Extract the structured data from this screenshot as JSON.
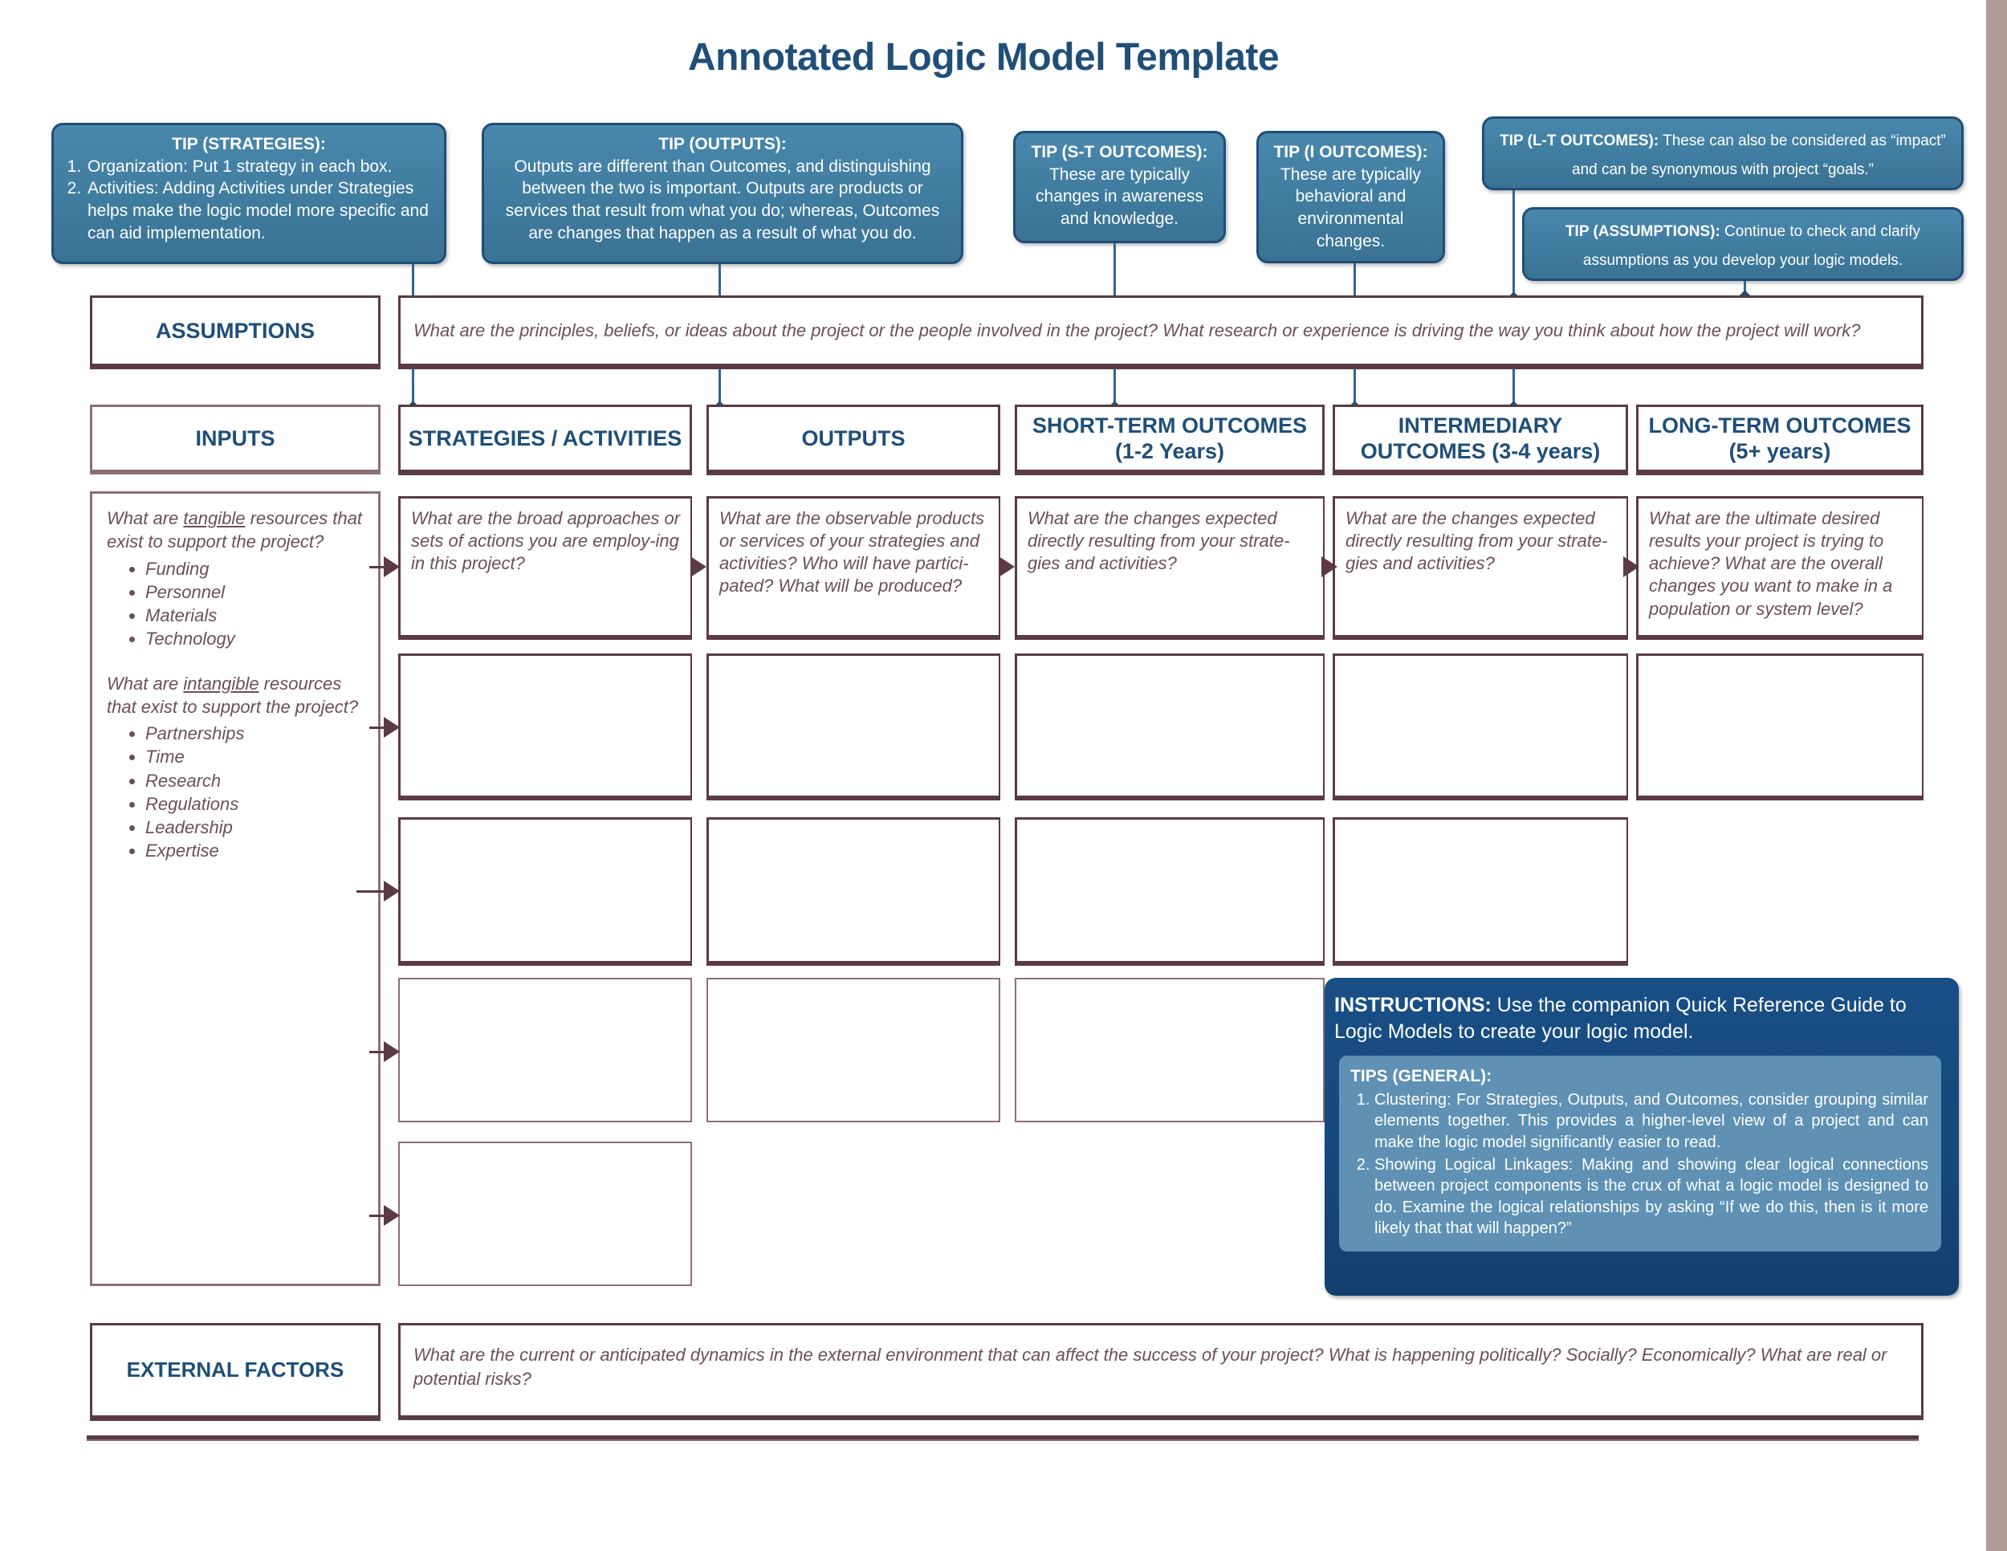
{
  "title": "Annotated Logic Model Template",
  "colors": {
    "title_blue": "#1f4e79",
    "tip_fill": "#3f7c9f",
    "box_border": "#5b3a43",
    "prompt_text": "#6b5055",
    "instructions_bg": "#15487c",
    "tips_general_bg": "#5e91b4",
    "page_strip": "#b09b97"
  },
  "tips": {
    "strategies": {
      "title": "TIP (STRATEGIES):",
      "items": [
        "Organization: Put 1 strategy in each box.",
        "Activities: Adding Activities under Strategies helps make the logic model more specific and can aid implementation."
      ]
    },
    "outputs": {
      "title": "TIP (OUTPUTS):",
      "body": "Outputs are different than Outcomes, and distinguishing between the two is important. Outputs are products or services that result from what you do; whereas, Outcomes are changes that happen as a result of what you do."
    },
    "short_term": {
      "title": "TIP (S-T OUTCOMES):",
      "body": "These are typically changes in awareness and knowledge."
    },
    "intermediary": {
      "title": "TIP (I OUTCOMES):",
      "body": "These are typically behavioral and environmental changes."
    },
    "long_term": {
      "title": "TIP (L-T OUTCOMES):",
      "body": " These can also be considered as “impact” and can be synonymous with project “goals.”"
    },
    "assumptions": {
      "title": "TIP (ASSUMPTIONS):",
      "body": " Continue to check and clarify assumptions as you develop your logic models."
    }
  },
  "rows": {
    "assumptions": {
      "label": "ASSUMPTIONS",
      "prompt": "What are the principles, beliefs, or ideas about the project or the people involved in the project? What research or experience is driving the way you think about how the project will work?"
    },
    "external_factors": {
      "label": "EXTERNAL FACTORS",
      "prompt": "What are the current or anticipated dynamics in the external environment that can affect the success of your project? What is happening politically? Socially? Economically? What are real or potential risks?"
    }
  },
  "columns": [
    {
      "key": "inputs",
      "label": "INPUTS"
    },
    {
      "key": "strategies",
      "label": "STRATEGIES / ACTIVITIES"
    },
    {
      "key": "outputs",
      "label": "OUTPUTS"
    },
    {
      "key": "short_term",
      "label": "SHORT-TERM OUTCOMES (1-2 Years)",
      "line1": "SHORT-TERM OUTCOMES",
      "line2": "(1-2 Years)"
    },
    {
      "key": "intermediary",
      "label": "INTERMEDIARY OUTCOMES (3-4 years)",
      "line1": "INTERMEDIARY",
      "line2": "OUTCOMES (3-4 years)"
    },
    {
      "key": "long_term",
      "label": "LONG-TERM OUTCOMES (5+ years)",
      "line1": "LONG-TERM OUTCOMES",
      "line2": "(5+ years)"
    }
  ],
  "inputs_cell": {
    "question1_pre": "What are ",
    "question1_em": "tangible",
    "question1_post": " resources that exist to support the project?",
    "list1": [
      "Funding",
      "Personnel",
      "Materials",
      "Technology"
    ],
    "question2_pre": "What are ",
    "question2_em": "intangible",
    "question2_post": " resources that exist to support the project?",
    "list2": [
      "Partnerships",
      "Time",
      "Research",
      "Regulations",
      "Leadership",
      "Expertise"
    ]
  },
  "prompts": {
    "strategies": "What are the broad approaches or sets of actions you are employ-ing in this project?",
    "outputs": "What are the observable products or services of your strategies and activities? Who will have partici-pated? What will be produced?",
    "short_term": "What are the changes expected directly resulting from your strate-gies and activities?",
    "intermediary": "What are the changes expected directly resulting from your strate-gies and activities?",
    "long_term": "What are the ultimate desired results your project is trying to achieve? What are the overall changes you want to make in a population or system level?"
  },
  "instructions": {
    "label": "INSTRUCTIONS:",
    "body": " Use the companion Quick Reference Guide to Logic Models to create your logic model.",
    "tips_title": "TIPS (GENERAL):",
    "tips": [
      "Clustering: For Strategies, Outputs, and Outcomes, consider grouping similar elements together. This provides a higher-level view of a project and can make the logic model significantly easier to read.",
      "Showing Logical Linkages: Making and showing clear logical connections between project components is the crux of what a logic model is designed to do. Examine the logical relationships by asking “If we do this, then is it more likely that that will happen?”"
    ]
  }
}
